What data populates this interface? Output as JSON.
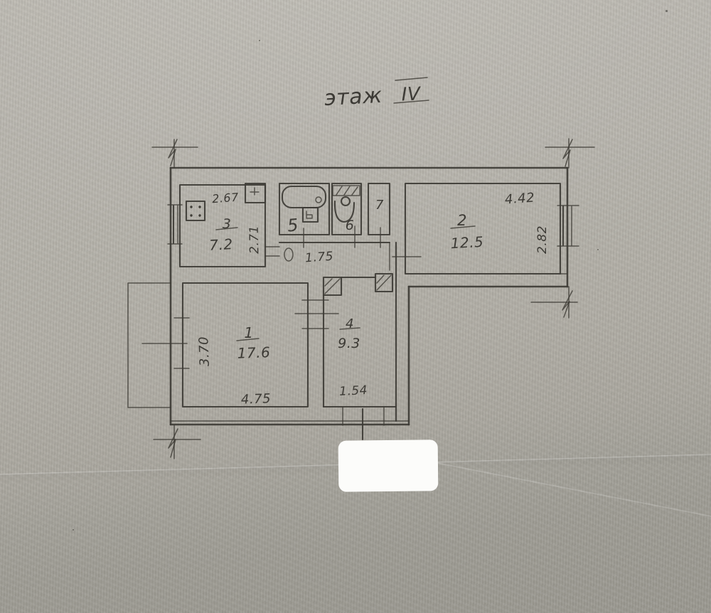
{
  "document": {
    "type": "hand-drawn apartment floor plan (scanned paper)",
    "title": {
      "word": "этаж",
      "floor_numeral": "IV"
    }
  },
  "rooms": [
    {
      "number": "1",
      "area": "17.6"
    },
    {
      "number": "2",
      "area": "12.5"
    },
    {
      "number": "3",
      "area": "7.2"
    },
    {
      "number": "4",
      "area": "9.3"
    },
    {
      "number": "5",
      "area": ""
    },
    {
      "number": "6",
      "area": ""
    },
    {
      "number": "7",
      "area": ""
    }
  ],
  "dimensions": {
    "room3_width": "2.67",
    "room3_depth": "2.71",
    "room2_width": "4.42",
    "room2_depth": "2.82",
    "corridor_width": "1.75",
    "room1_depth": "3.70",
    "room1_width": "4.75",
    "room4_width": "1.54"
  },
  "colors": {
    "paper_top": "#bbb8b0",
    "paper_bottom": "#9a9890",
    "ink": "#3d3b35",
    "redaction_box": "#fcfcfa"
  }
}
